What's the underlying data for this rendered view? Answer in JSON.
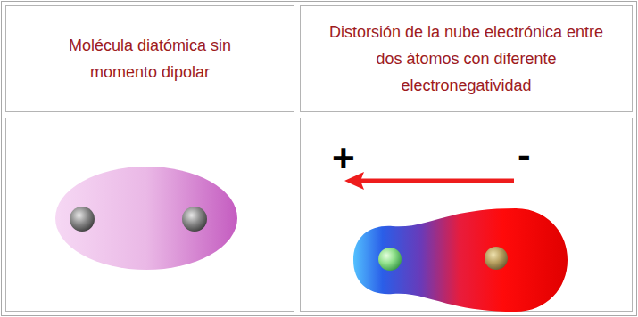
{
  "diagram": {
    "nodes": [
      {
        "text": [
          "Molécula diatómica sin momento dipolar"
        ]
      },
      {
        "text": [
          "Distorsión de la nube electrónica entre dos átomos con diferente electronegatividad"
        ]
      }
    ],
    "labels": [
      "+",
      "-"
    ]
  }
}
